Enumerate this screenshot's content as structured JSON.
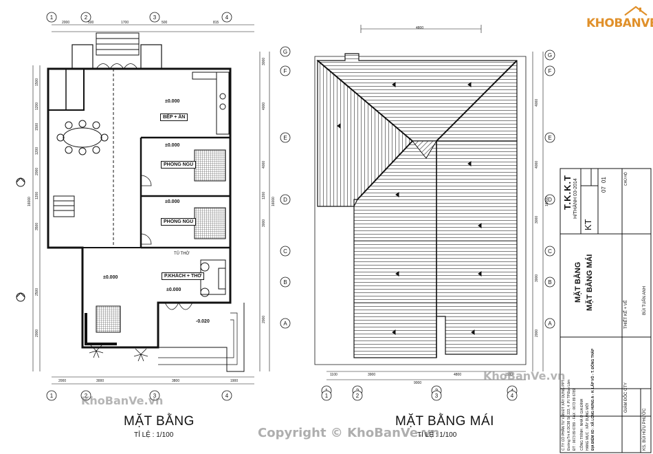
{
  "brand": {
    "logo_text": "KHOBANVE",
    "accent": "#e0902a"
  },
  "plans": {
    "floor": {
      "title": "MẶT BẰNG",
      "scale": "TỈ LỆ : 1/100"
    },
    "roof": {
      "title": "MẶT BẰNG MÁI",
      "scale": "TỈ LỆ : 1/100"
    }
  },
  "rooms": {
    "kitchen": {
      "label": "BẾP + ĂN",
      "level": "±0.000"
    },
    "bed1": {
      "label": "PHÒNG NGỦ",
      "level": "±0.000"
    },
    "bed2": {
      "label": "PHÒNG NGỦ",
      "level": "±0.000"
    },
    "living": {
      "label": "P.KHÁCH + THỜ",
      "level": "±0.000"
    },
    "hall_level": "±0.000",
    "porch_level": "-0.020",
    "altar_label": "TỦ THỜ"
  },
  "watermarks": {
    "site": "KhoBanVe.vn",
    "copyright": "Copyright © KhoBanVe.vn"
  },
  "title_block": {
    "code": "T.K.K.T",
    "date": "H/THÀNH 03-2014",
    "sheet_code": "KT",
    "sheet_no": "01",
    "sheet_total": "07",
    "chu_ho": "CHỦ HỘ",
    "drawing_title_1": "MẶT BẰNG",
    "drawing_title_2": "MẶT BẰNG MÁI",
    "design_label": "THIẾT KẾ + VẼ",
    "designer": "BÙI TUẤN ANH",
    "company": "C.TY CỔ PHẦN TƯ VẤN ĐT XÂY DỰNG PPT",
    "address": "Đường Trn K.DC98 Số 223, 4 .P.I TP.Đạo Lâm",
    "phone": "ĐT : 0673 89 6789 - FAX : 0673 89 6789",
    "project": "CÔNG TRÌNH : NHÀ Ở GIA ĐÌNH",
    "item": "HẠNG MỤC : XÂY DỰNG MỚI",
    "location": "ĐỊA ĐIỂM XD : XÃ LONG HƯNG A - H. LẤP VÒ - T. ĐỒNG THÁP",
    "director_label": "GIÁM ĐỐC CTY",
    "checker": "KS. BÙI HỮU PHƯỚC"
  },
  "dimensions": {
    "floor_top": [
      "2000",
      "500",
      "1700",
      "500",
      "815"
    ],
    "floor_bottom": [
      "2000",
      "3000",
      "3800",
      "1900"
    ],
    "floor_left": [
      "1500",
      "1200",
      "1500",
      "1200",
      "2000",
      "1200",
      "3500",
      "2500",
      "2000"
    ],
    "floor_right": [
      "3000",
      "4000",
      "4000",
      "1200",
      "3000",
      "2000"
    ],
    "floor_total_left": "16000",
    "floor_total_right": "16000",
    "roof_top": "4800",
    "roof_bottom": [
      "1100",
      "3900",
      "4800",
      "1100"
    ],
    "roof_bottom_total": "9000",
    "roof_right": [
      "4000",
      "4000",
      "3000",
      "3000",
      "2000"
    ],
    "roof_total_right": "16000"
  },
  "grid": {
    "cols": [
      "1",
      "2",
      "3",
      "4"
    ],
    "rows": [
      "A",
      "B",
      "C",
      "D",
      "E",
      "F",
      "G"
    ]
  }
}
